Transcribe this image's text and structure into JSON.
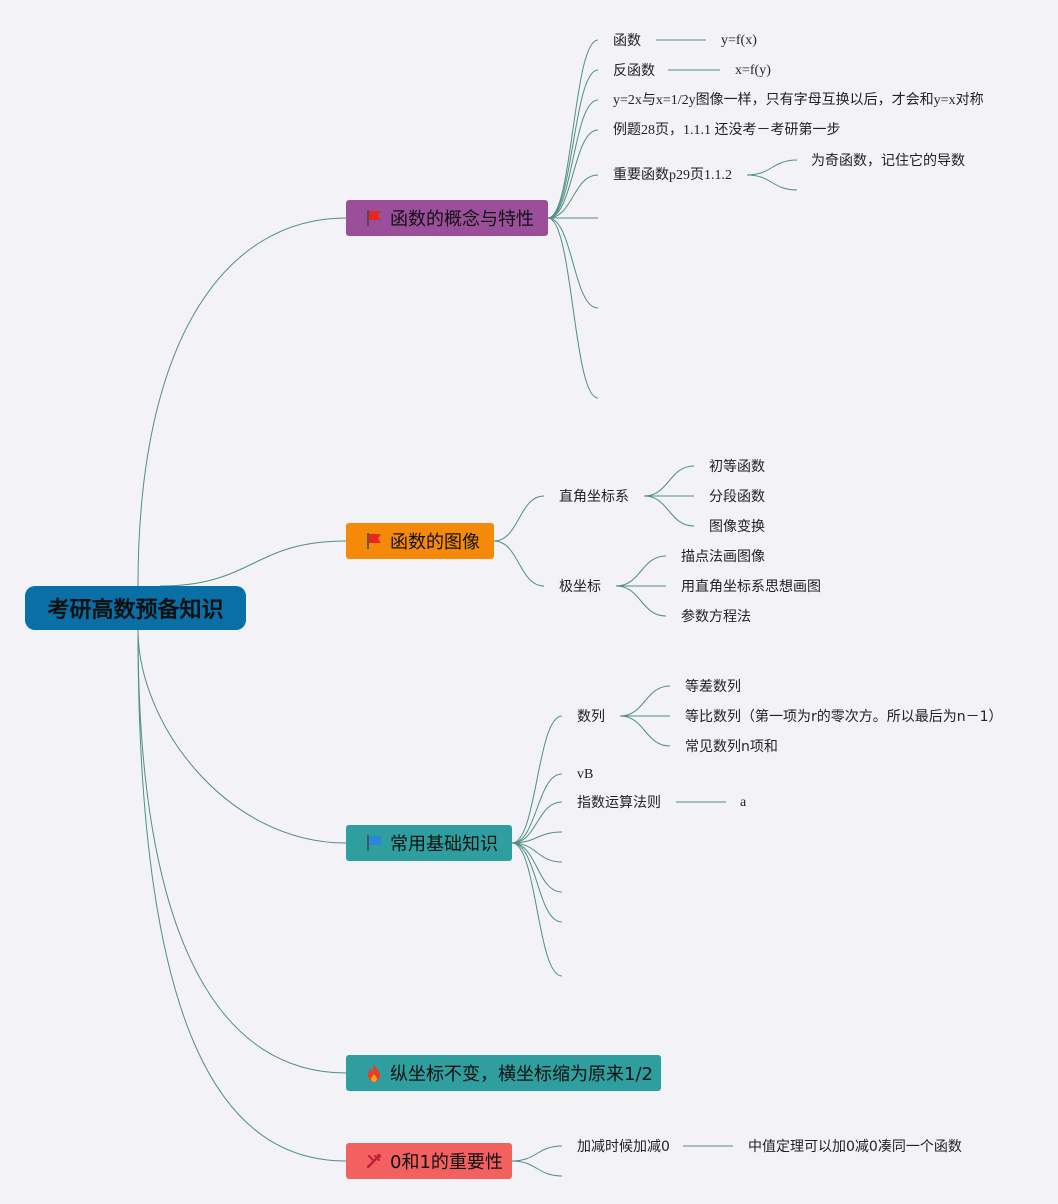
{
  "root": {
    "label": "考研高数预备知识",
    "color": "#0a6fa6"
  },
  "branches": [
    {
      "label": "函数的概念与特性",
      "color": "#9b4f9b",
      "icon": "red-flag-icon",
      "children": [
        {
          "label": "函数",
          "detail": "y=f(x)"
        },
        {
          "label": "反函数",
          "detail": "x=f(y)"
        },
        {
          "label": "y=2x与x=1/2y图像一样，只有字母互换以后，才会和y=x对称"
        },
        {
          "label": "例题28页，1.1.1 还没考－考研第一步"
        },
        {
          "label": "重要函数p29页1.1.2",
          "children": [
            "为奇函数，记住它的导数",
            ""
          ]
        },
        {
          "label": ""
        },
        {
          "label": ""
        },
        {
          "label": ""
        }
      ]
    },
    {
      "label": "函数的图像",
      "color": "#f58a0a",
      "icon": "red-flag-icon",
      "children": [
        {
          "label": "直角坐标系",
          "children": [
            "初等函数",
            "分段函数",
            "图像变换"
          ]
        },
        {
          "label": "极坐标",
          "children": [
            "描点法画图像",
            "用直角坐标系思想画图",
            "参数方程法"
          ]
        }
      ]
    },
    {
      "label": "常用基础知识",
      "color": "#2f9e9e",
      "icon": "blue-flag-icon",
      "children": [
        {
          "label": "数列",
          "children": [
            "等差数列",
            "等比数列（第一项为r的零次方。所以最后为n－1）",
            "常见数列n项和"
          ]
        },
        {
          "label": "vB"
        },
        {
          "label": "指数运算法则",
          "detail": "a"
        },
        {
          "label": ""
        },
        {
          "label": ""
        },
        {
          "label": ""
        },
        {
          "label": ""
        },
        {
          "label": ""
        }
      ]
    },
    {
      "label": "纵坐标不变，横坐标缩为原来1/2",
      "color": "#2f9e9e",
      "icon": "fire-icon",
      "children": []
    },
    {
      "label": "0和1的重要性",
      "color": "#f26060",
      "icon": "tools-icon",
      "children": [
        {
          "label": "加减时候加减0",
          "detail": "中值定理可以加0减0凑同一个函数"
        },
        {
          "label": ""
        }
      ]
    }
  ],
  "colors": {
    "link": "#4f8f86",
    "background": "#f3f2f7"
  }
}
